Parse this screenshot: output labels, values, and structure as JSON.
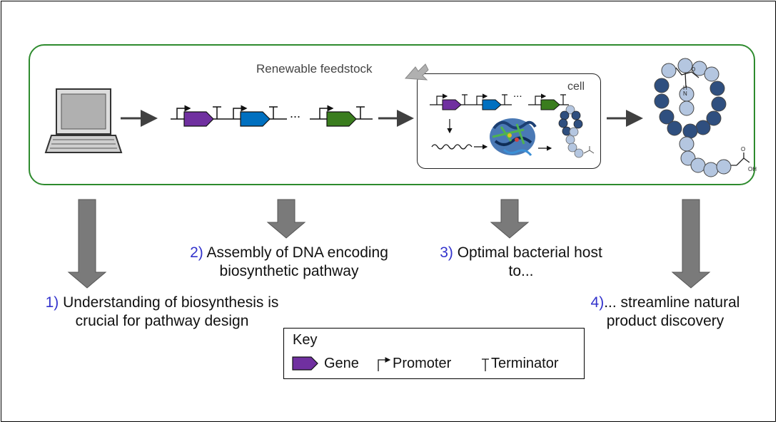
{
  "diagram": {
    "feedstock_label": "Renewable feedstock",
    "cell_label": "cell",
    "ellipsis": "...",
    "steps": [
      {
        "number": "1)",
        "text_line1": "Understanding of biosynthesis is",
        "text_line2": "crucial for pathway design"
      },
      {
        "number": "2)",
        "text_line1": "Assembly of DNA encoding",
        "text_line2": "biosynthetic pathway"
      },
      {
        "number": "3)",
        "text_line1": "Optimal bacterial host",
        "text_line2": "to..."
      },
      {
        "number": "4)",
        "text_line1": "... streamline natural",
        "text_line2": "product discovery"
      }
    ],
    "key": {
      "title": "Key",
      "gene": "Gene",
      "promoter": "Promoter",
      "terminator": "Terminator"
    },
    "molecule_labels": {
      "amide_h": "H",
      "amide_n": "N",
      "amide_o": "O",
      "acid_o": "O",
      "acid_oh": "OH"
    },
    "colors": {
      "outline": "#2e8b2e",
      "gene_purple": "#7030a0",
      "gene_blue": "#0070c0",
      "gene_green": "#3a7d1e",
      "step_number": "#3333cc",
      "arrow_gray": "#707070",
      "bead_dark": "#2f4f7f",
      "bead_light": "#b4c6e0"
    },
    "icons": [
      "laptop-icon",
      "protein-structure-icon",
      "peptide-molecule-icon"
    ]
  }
}
